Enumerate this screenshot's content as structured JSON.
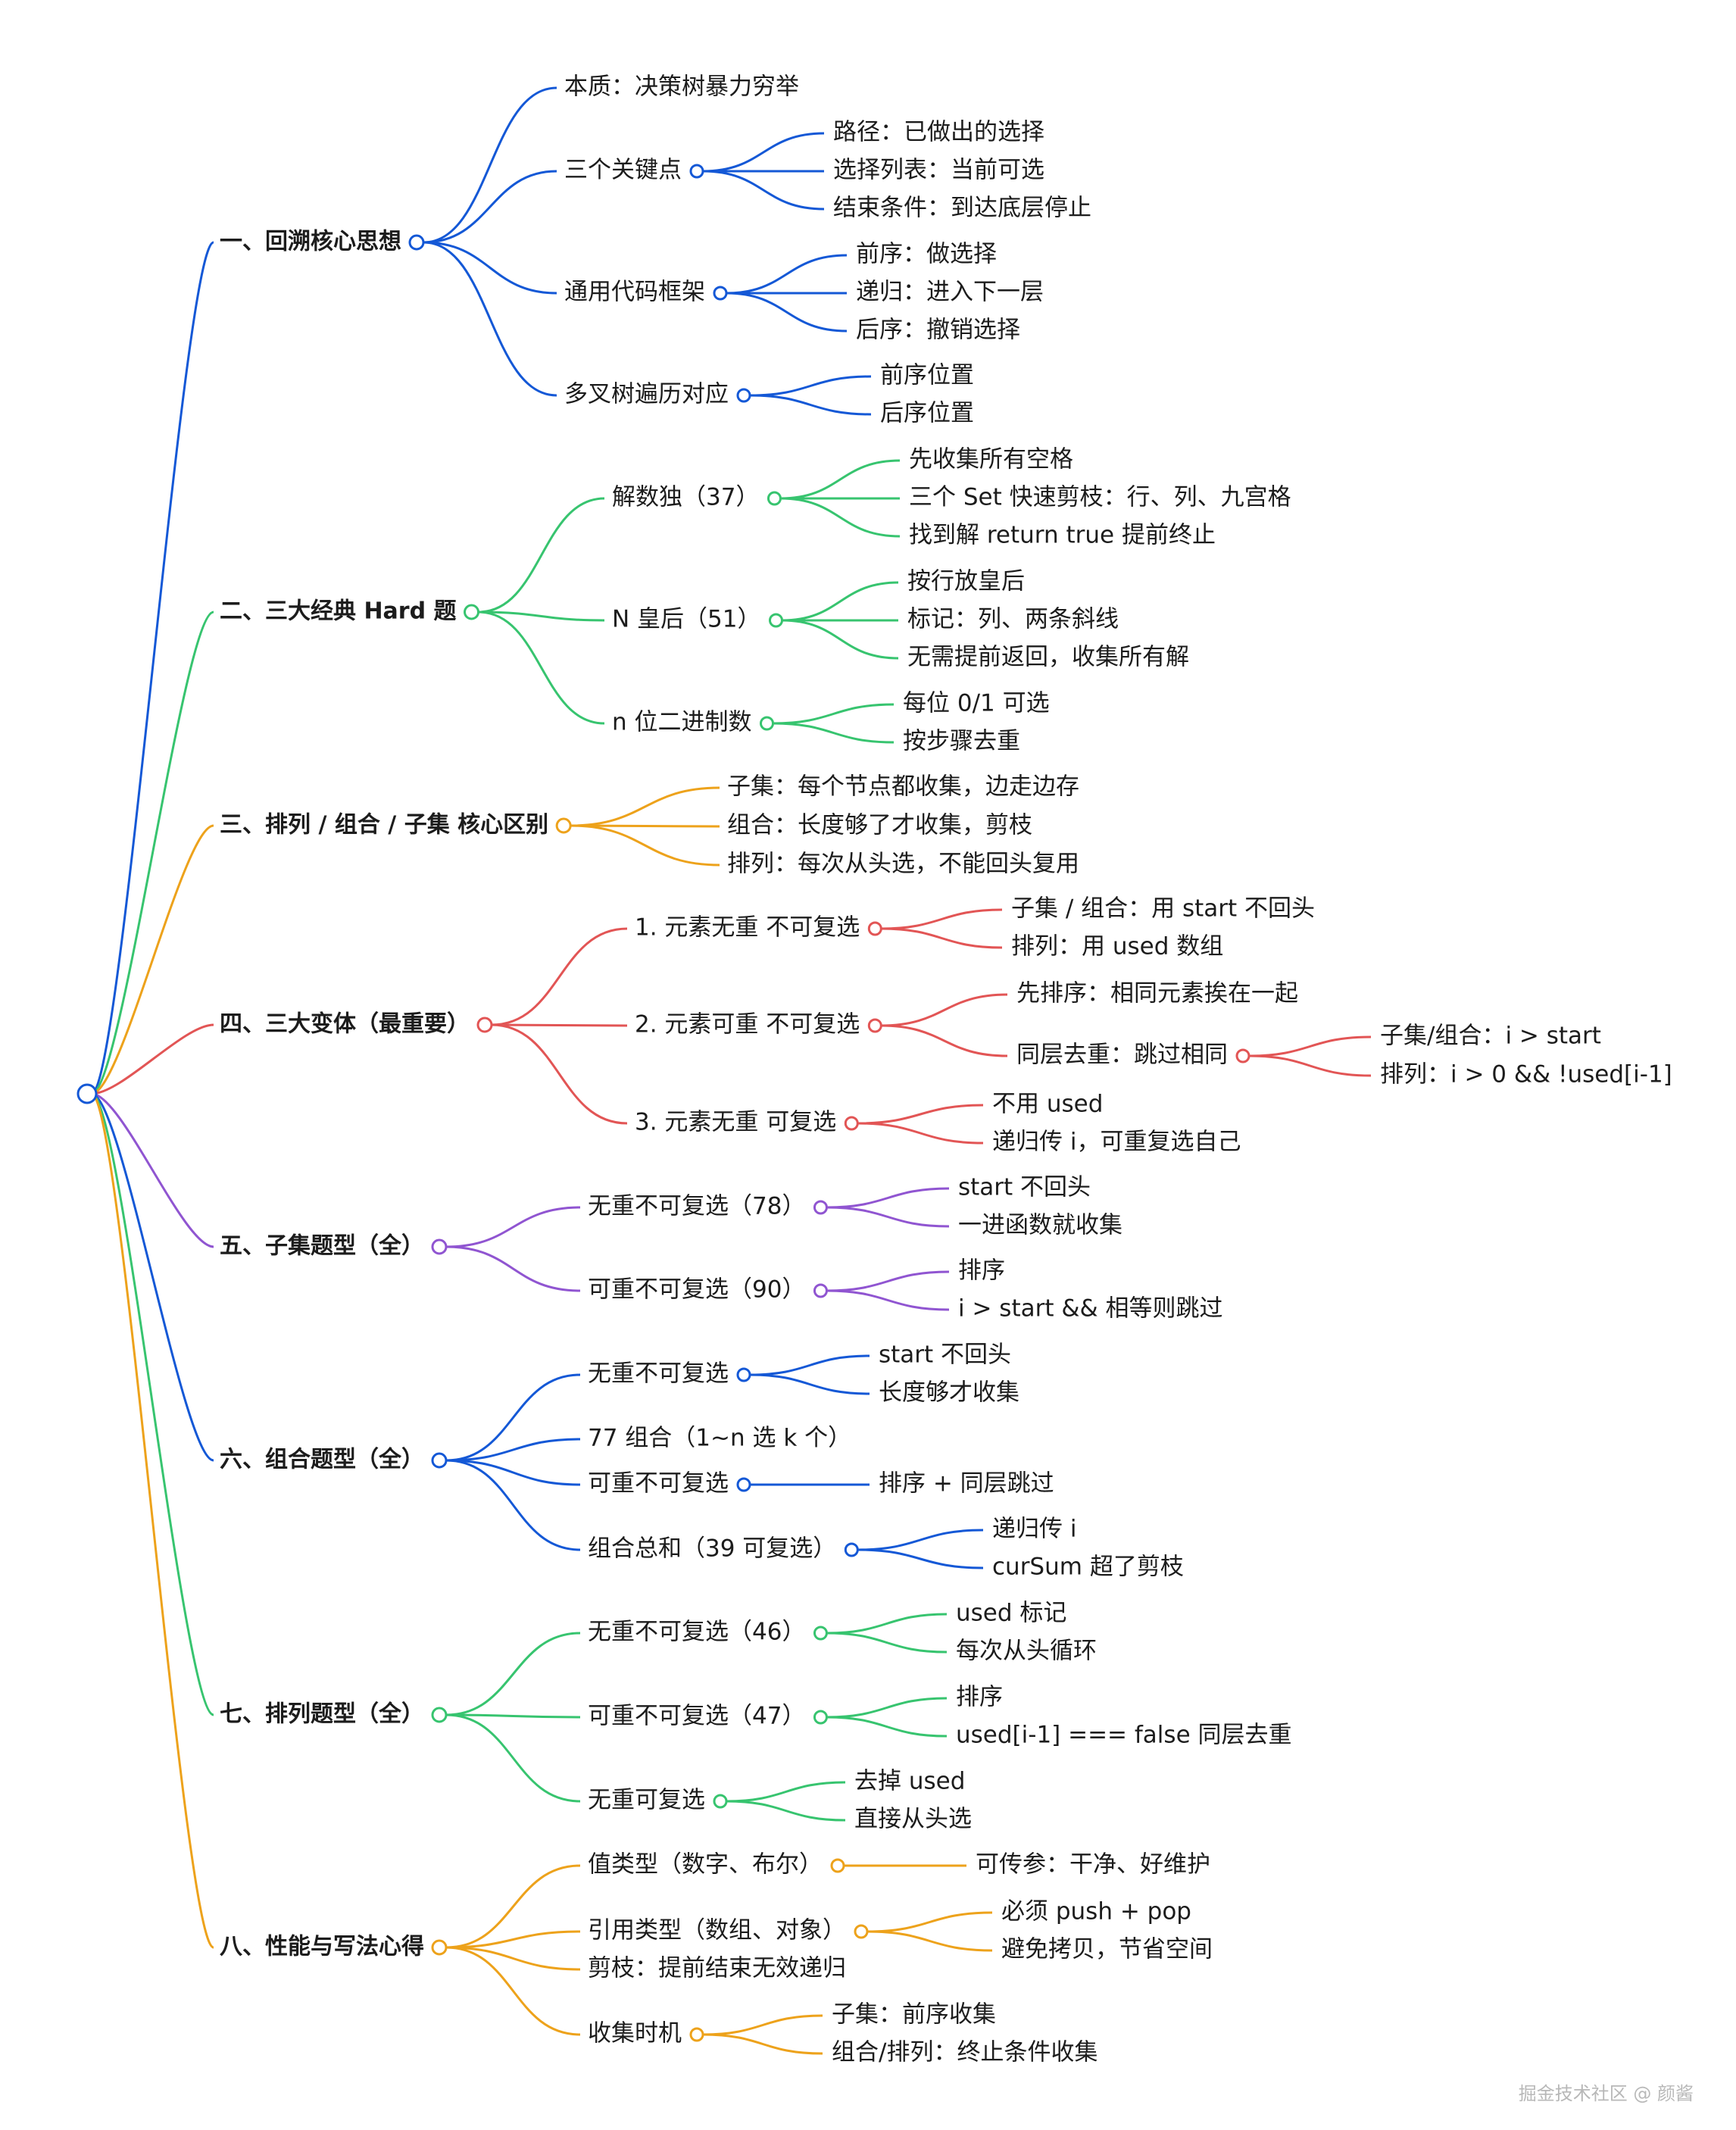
{
  "watermark": "掘金技术社区 @ 颜酱",
  "colors": {
    "blue": "#1458d6",
    "green": "#37c46f",
    "orange": "#eda21b",
    "red": "#e25555",
    "purple": "#9055d1"
  },
  "branches": [
    {
      "label": "一、回溯核心思想",
      "color": "blue",
      "children": [
        {
          "label": "本质：决策树暴力穷举",
          "children": []
        },
        {
          "label": "三个关键点",
          "children": [
            {
              "label": "路径：已做出的选择"
            },
            {
              "label": "选择列表：当前可选"
            },
            {
              "label": "结束条件：到达底层停止"
            }
          ]
        },
        {
          "label": "通用代码框架",
          "children": [
            {
              "label": "前序：做选择"
            },
            {
              "label": "递归：进入下一层"
            },
            {
              "label": "后序：撤销选择"
            }
          ]
        },
        {
          "label": "多叉树遍历对应",
          "children": [
            {
              "label": "前序位置"
            },
            {
              "label": "后序位置"
            }
          ]
        }
      ]
    },
    {
      "label": "二、三大经典 Hard 题",
      "color": "green",
      "children": [
        {
          "label": "解数独（37）",
          "children": [
            {
              "label": "先收集所有空格"
            },
            {
              "label": "三个 Set 快速剪枝：行、列、九宫格"
            },
            {
              "label": "找到解 return true 提前终止"
            }
          ]
        },
        {
          "label": "N 皇后（51）",
          "children": [
            {
              "label": "按行放皇后"
            },
            {
              "label": "标记：列、两条斜线"
            },
            {
              "label": "无需提前返回，收集所有解"
            }
          ]
        },
        {
          "label": "n 位二进制数",
          "children": [
            {
              "label": "每位 0/1 可选"
            },
            {
              "label": "按步骤去重"
            }
          ]
        }
      ]
    },
    {
      "label": "三、排列 / 组合 / 子集 核心区别",
      "color": "orange",
      "children": [
        {
          "label": "子集：每个节点都收集，边走边存",
          "children": []
        },
        {
          "label": "组合：长度够了才收集，剪枝",
          "children": []
        },
        {
          "label": "排列：每次从头选，不能回头复用",
          "children": []
        }
      ]
    },
    {
      "label": "四、三大变体（最重要）",
      "color": "red",
      "children": [
        {
          "label": "1. 元素无重 不可复选",
          "children": [
            {
              "label": "子集 / 组合：用 start 不回头"
            },
            {
              "label": "排列：用 used 数组"
            }
          ]
        },
        {
          "label": "2. 元素可重 不可复选",
          "children": [
            {
              "label": "先排序：相同元素挨在一起"
            },
            {
              "label": "同层去重：跳过相同",
              "children": [
                {
                  "label": "子集/组合：i > start"
                },
                {
                  "label": "排列：i > 0 && !used[i-1]"
                }
              ]
            }
          ]
        },
        {
          "label": "3. 元素无重 可复选",
          "children": [
            {
              "label": "不用 used"
            },
            {
              "label": "递归传 i，可重复选自己"
            }
          ]
        }
      ]
    },
    {
      "label": "五、子集题型（全）",
      "color": "purple",
      "children": [
        {
          "label": "无重不可复选（78）",
          "children": [
            {
              "label": "start 不回头"
            },
            {
              "label": "一进函数就收集"
            }
          ]
        },
        {
          "label": "可重不可复选（90）",
          "children": [
            {
              "label": "排序"
            },
            {
              "label": "i > start && 相等则跳过"
            }
          ]
        }
      ]
    },
    {
      "label": "六、组合题型（全）",
      "color": "blue",
      "children": [
        {
          "label": "无重不可复选",
          "children": [
            {
              "label": "start 不回头"
            },
            {
              "label": "长度够才收集"
            }
          ]
        },
        {
          "label": "77 组合（1~n 选 k 个）",
          "children": []
        },
        {
          "label": "可重不可复选",
          "children": [
            {
              "label": "排序 + 同层跳过"
            }
          ]
        },
        {
          "label": "组合总和（39 可复选）",
          "children": [
            {
              "label": "递归传 i"
            },
            {
              "label": "curSum 超了剪枝"
            }
          ]
        }
      ]
    },
    {
      "label": "七、排列题型（全）",
      "color": "green",
      "children": [
        {
          "label": "无重不可复选（46）",
          "children": [
            {
              "label": "used 标记"
            },
            {
              "label": "每次从头循环"
            }
          ]
        },
        {
          "label": "可重不可复选（47）",
          "children": [
            {
              "label": "排序"
            },
            {
              "label": "used[i-1] === false 同层去重"
            }
          ]
        },
        {
          "label": "无重可复选",
          "children": [
            {
              "label": "去掉 used"
            },
            {
              "label": "直接从头选"
            }
          ]
        }
      ]
    },
    {
      "label": "八、性能与写法心得",
      "color": "orange",
      "children": [
        {
          "label": "值类型（数字、布尔）",
          "children": [
            {
              "label": "可传参：干净、好维护"
            }
          ]
        },
        {
          "label": "引用类型（数组、对象）",
          "children": [
            {
              "label": "必须 push + pop"
            },
            {
              "label": "避免拷贝，节省空间"
            }
          ]
        },
        {
          "label": "剪枝：提前结束无效递归",
          "children": []
        },
        {
          "label": "收集时机",
          "children": [
            {
              "label": "子集：前序收集"
            },
            {
              "label": "组合/排列：终止条件收集"
            }
          ]
        }
      ]
    }
  ]
}
